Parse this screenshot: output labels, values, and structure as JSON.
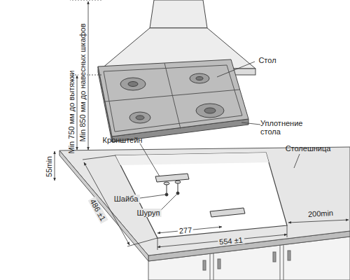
{
  "diagram": {
    "labels": [
      "Стол",
      "Уплотнение стола",
      "Столешница",
      "Кронштейн",
      "Шайба",
      "Шуруп",
      "Min 750 мм до вытяжки",
      "Min 850 мм до навесных шкафов",
      "55min",
      "486 ±1",
      "277",
      "554 ±1",
      "200min"
    ]
  }
}
